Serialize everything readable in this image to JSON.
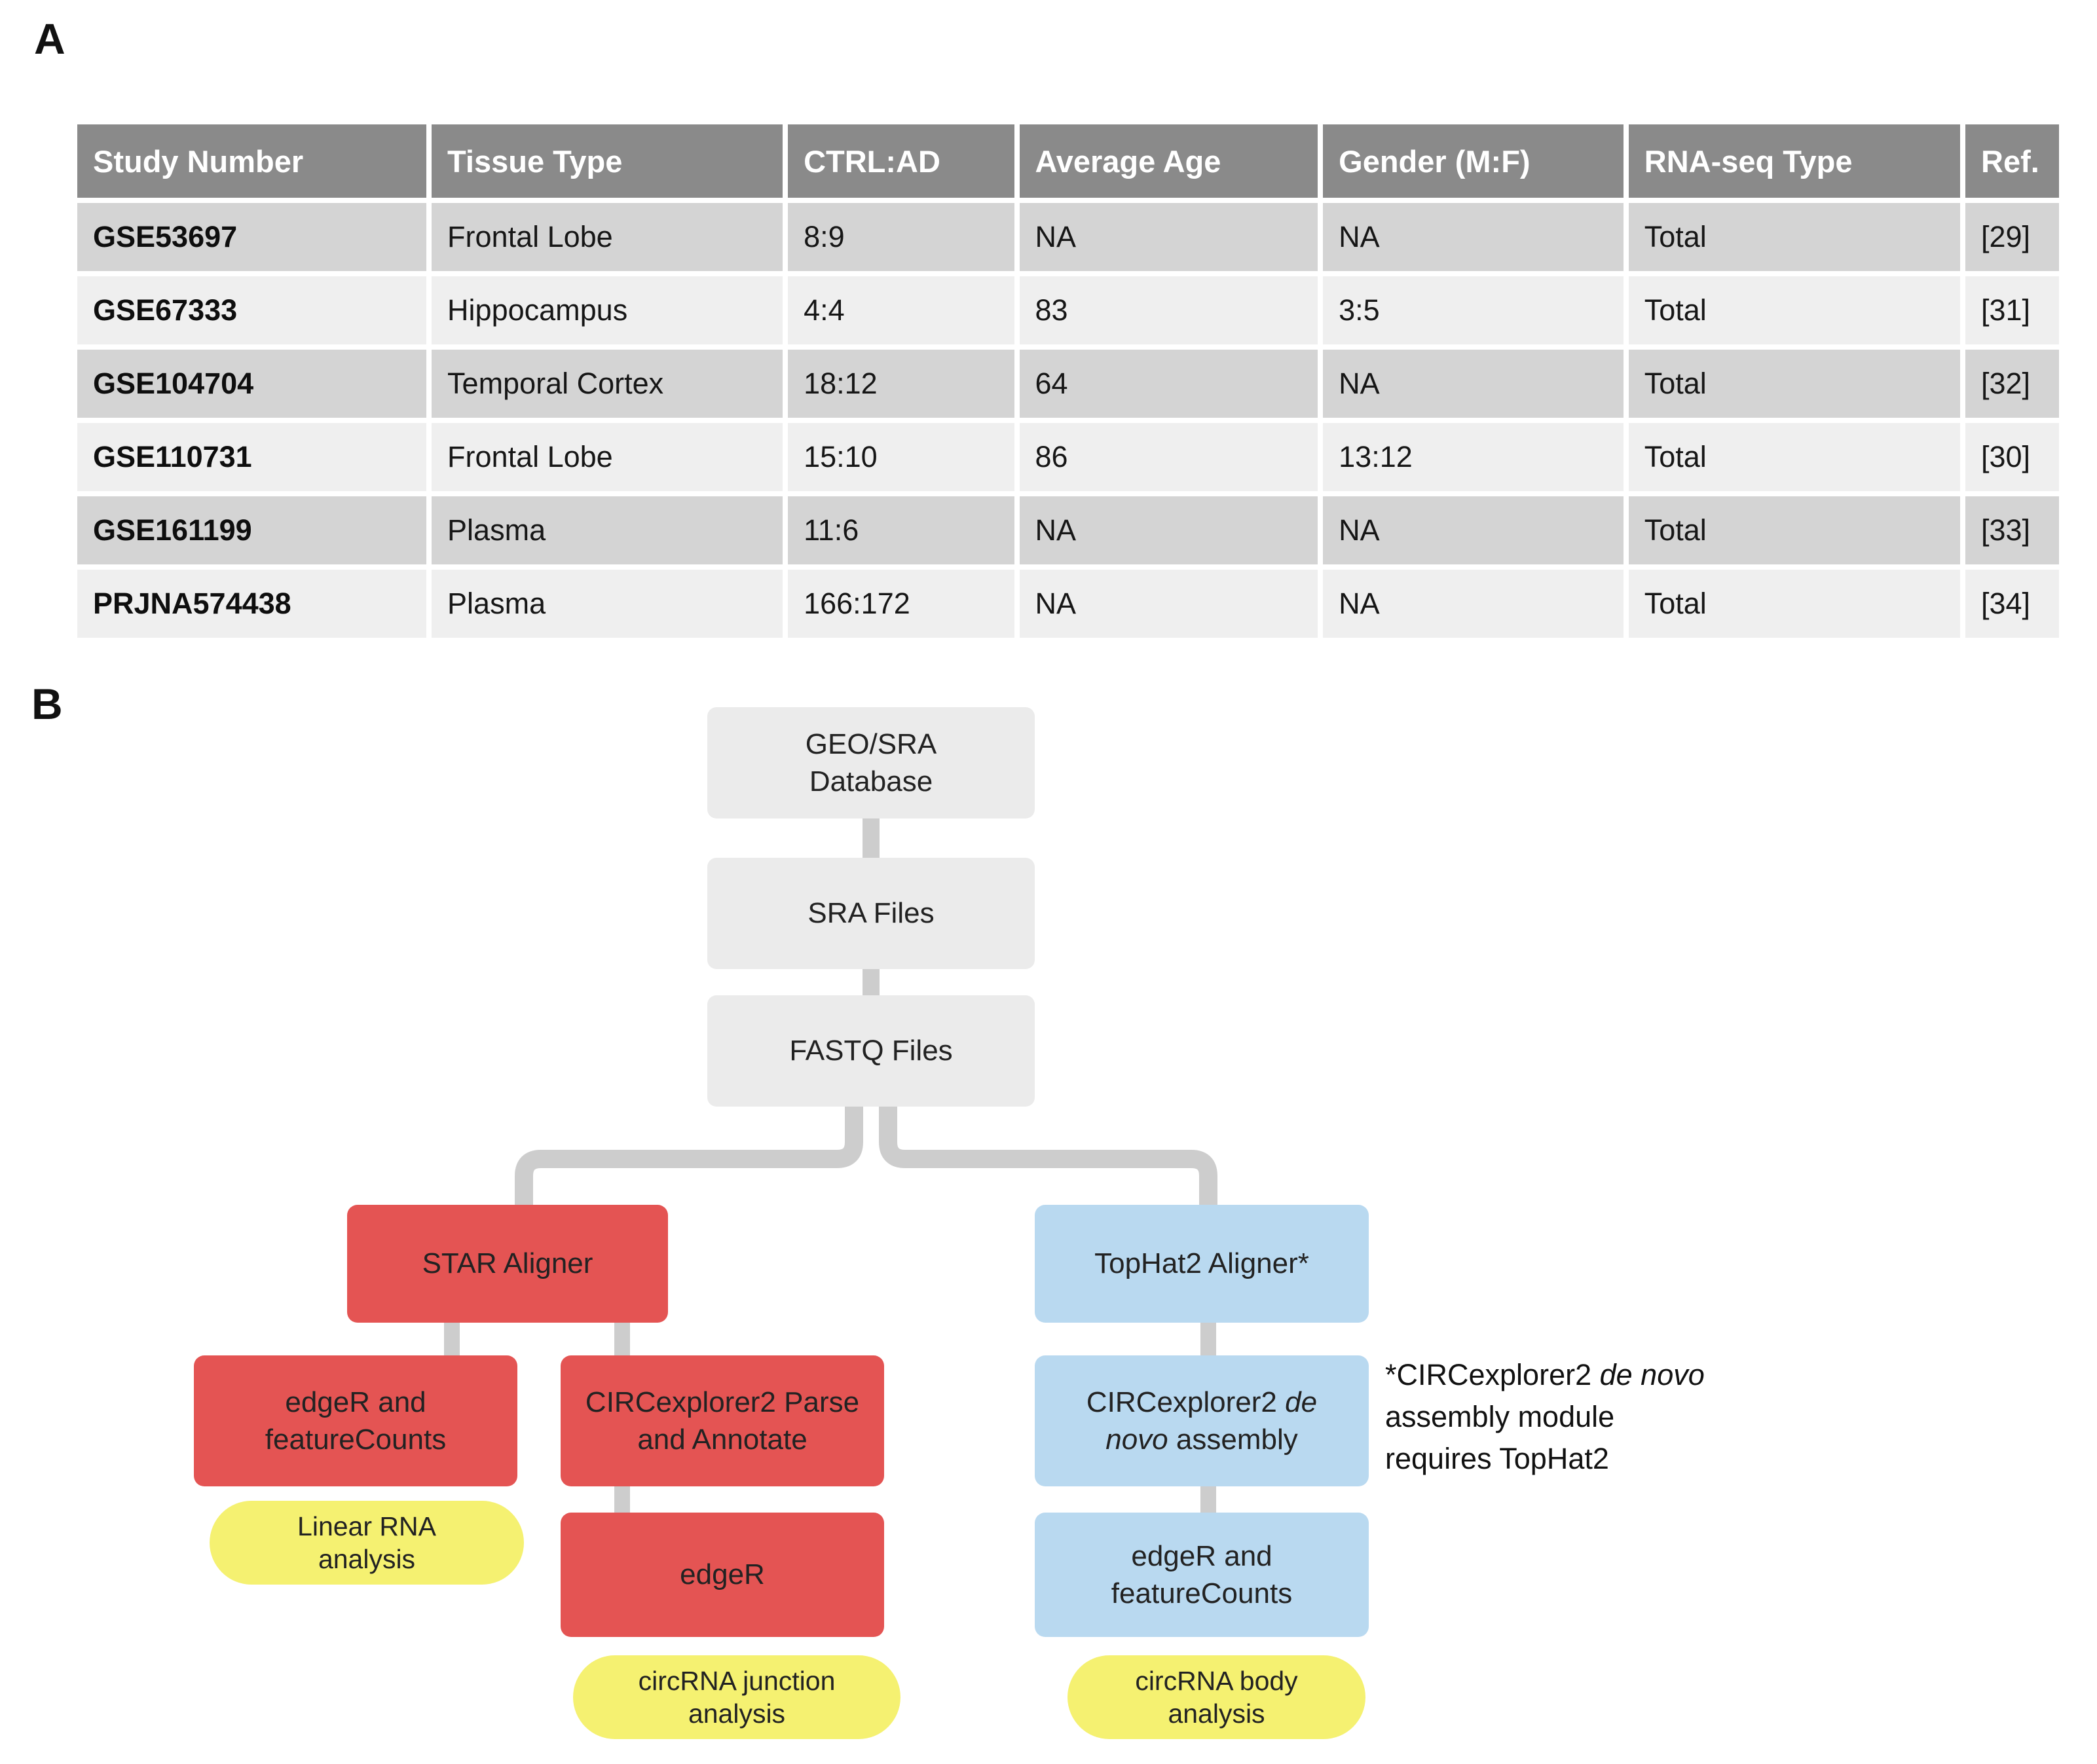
{
  "panel_a": {
    "label": "A",
    "table": {
      "headers": [
        "Study Number",
        "Tissue Type",
        "CTRL:AD",
        "Average Age",
        "Gender (M:F)",
        "RNA-seq Type",
        "Ref."
      ],
      "rows": [
        [
          "GSE53697",
          "Frontal Lobe",
          "8:9",
          "NA",
          "NA",
          "Total",
          "[29]"
        ],
        [
          "GSE67333",
          "Hippocampus",
          "4:4",
          "83",
          "3:5",
          "Total",
          "[31]"
        ],
        [
          "GSE104704",
          "Temporal Cortex",
          "18:12",
          "64",
          "NA",
          "Total",
          "[32]"
        ],
        [
          "GSE110731",
          "Frontal Lobe",
          "15:10",
          "86",
          "13:12",
          "Total",
          "[30]"
        ],
        [
          "GSE161199",
          "Plasma",
          "11:6",
          "NA",
          "NA",
          "Total",
          "[33]"
        ],
        [
          "PRJNA574438",
          "Plasma",
          "166:172",
          "NA",
          "NA",
          "Total",
          "[34]"
        ]
      ]
    }
  },
  "panel_b": {
    "label": "B",
    "nodes": {
      "geo_sra": "GEO/SRA\nDatabase",
      "sra_files": "SRA Files",
      "fastq_files": "FASTQ Files",
      "star_aligner": "STAR Aligner",
      "tophat2_aligner": "TopHat2 Aligner*",
      "edger_featurecounts_left": "edgeR and\nfeatureCounts",
      "circexplorer2_parse": "CIRCexplorer2 Parse\nand Annotate",
      "circexplorer2_denovo": "CIRCexplorer2 {i}de{/i}\n{i}novo{/i} assembly",
      "edger": "edgeR",
      "edger_featurecounts_right": "edgeR and\nfeatureCounts",
      "linear_rna_pill": "Linear RNA\nanalysis",
      "circrna_junction_pill": "circRNA junction\nanalysis",
      "circrna_body_pill": "circRNA body\nanalysis"
    },
    "annotation": "*CIRCexplorer2 {i}de novo{/i}\nassembly module\nrequires TopHat2"
  },
  "colors": {
    "table_header_bg": "#8a8a8a",
    "table_row_odd_bg": "#d4d4d4",
    "table_row_even_bg": "#efefef",
    "node_gray": "#ebebeb",
    "node_red": "#e45453",
    "node_blue": "#b9d9f0",
    "node_yellow": "#f5f171",
    "connector_gray": "#cdcdcd"
  }
}
